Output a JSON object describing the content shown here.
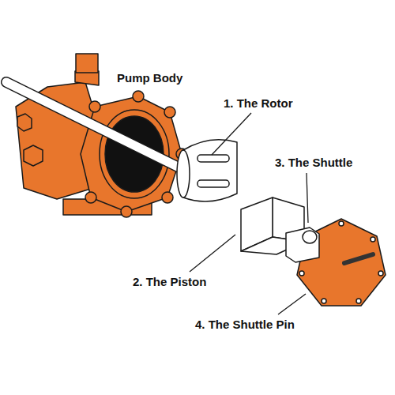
{
  "diagram": {
    "labels": [
      "Pump Body",
      "1. The Rotor",
      "3. The Shuttle",
      "2. The Piston",
      "4. The Shuttle Pin"
    ]
  }
}
